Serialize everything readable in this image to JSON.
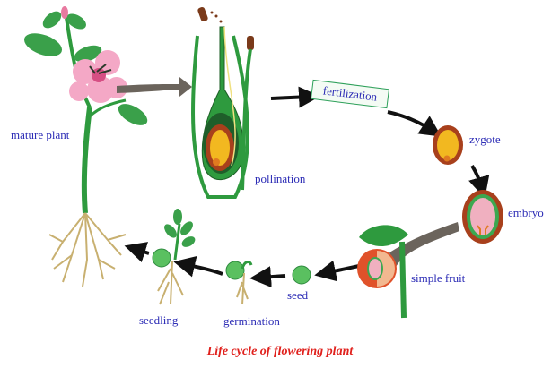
{
  "diagram": {
    "stages": {
      "mature_plant": "mature plant",
      "pollination": "pollination",
      "fertilization": "fertilization",
      "zygote": "zygote",
      "embryo": "embryo",
      "simple_fruit": "simple fruit",
      "seed": "seed",
      "germination": "germination",
      "seedling": "seedling"
    },
    "caption": "Life cycle of flowering plant",
    "colors": {
      "label_text": "#2b2bb5",
      "caption_text": "#e0201c",
      "fertilization_box_border": "#2ea05a",
      "stem_green": "#2e9a3e",
      "petal_pink": "#f0a0c0",
      "ovule_brown": "#a8401c",
      "ovule_yellow": "#f2b820",
      "root_tan": "#e8cf7a",
      "arrow_black": "#111111",
      "arrow_gray": "#6b645c"
    }
  }
}
